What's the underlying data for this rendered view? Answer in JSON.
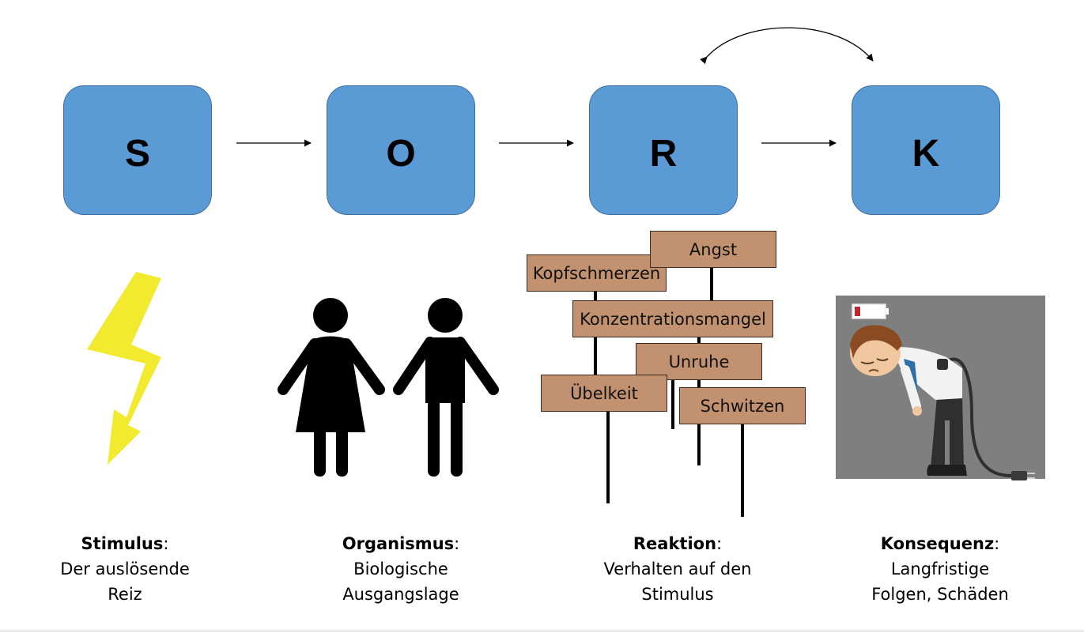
{
  "boxes": [
    {
      "letter": "S"
    },
    {
      "letter": "O"
    },
    {
      "letter": "R"
    },
    {
      "letter": "K"
    }
  ],
  "signs": {
    "angst": "Angst",
    "kopfschmerzen": "Kopfschmerzen",
    "konzentrationsmangel": "Konzentrationsmangel",
    "unruhe": "Unruhe",
    "uebelkeit": "Übelkeit",
    "schwitzen": "Schwitzen"
  },
  "captions": [
    {
      "title": "Stimulus",
      "colon": ":",
      "line1": "Der auslösende",
      "line2": "Reiz"
    },
    {
      "title": "Organismus",
      "colon": ":",
      "line1": "Biologische",
      "line2": "Ausgangslage"
    },
    {
      "title": "Reaktion",
      "colon": ":",
      "line1": "Verhalten auf den",
      "line2": "Stimulus"
    },
    {
      "title": "Konsequenz",
      "colon": ":",
      "line1": "Langfristige",
      "line2": "Folgen, Schäden"
    }
  ],
  "colors": {
    "box_fill": "#5b9bd5",
    "sign_fill": "#c19170",
    "lightning": "#f2ea2f",
    "consequence_bg": "#7f7f7f"
  },
  "icons": [
    "lightning-bolt-icon",
    "woman-icon",
    "man-icon",
    "tired-unplugged-man-icon",
    "low-battery-icon"
  ]
}
